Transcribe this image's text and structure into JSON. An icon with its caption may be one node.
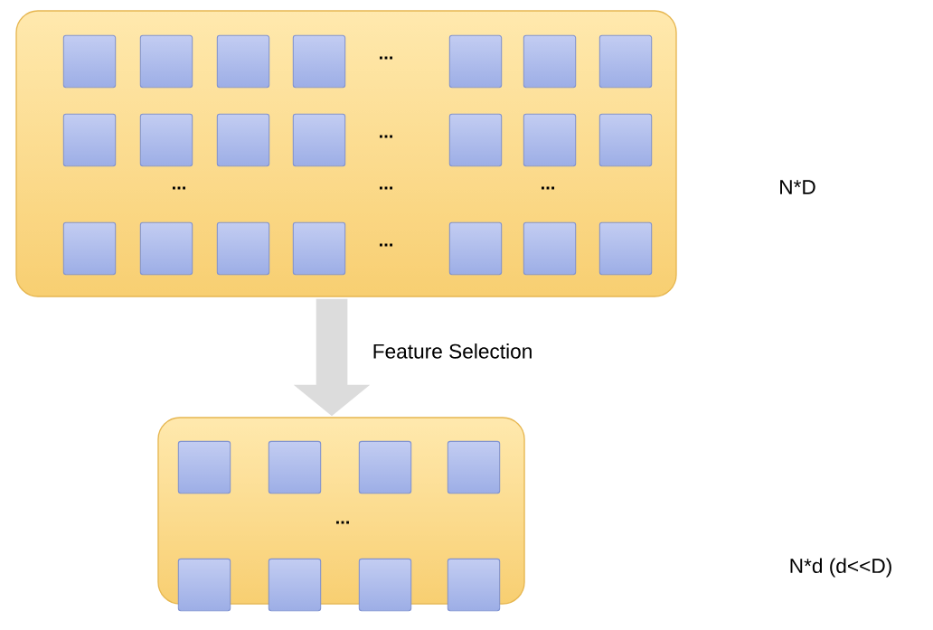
{
  "diagram": {
    "nodes": [
      {
        "text": [],
        "shape": "box"
      },
      {
        "text": [],
        "shape": "box",
        "in": 0
      },
      {
        "text": [],
        "shape": "box",
        "in": 0
      },
      {
        "text": [],
        "shape": "box",
        "in": 0
      },
      {
        "text": [],
        "shape": "box",
        "in": 0
      },
      {
        "text": [],
        "shape": "box",
        "in": 0
      },
      {
        "text": [],
        "shape": "box",
        "in": 0
      },
      {
        "text": [],
        "shape": "box",
        "in": 0
      },
      {
        "text": [],
        "shape": "box",
        "in": 0
      },
      {
        "text": [],
        "shape": "box",
        "in": 0
      },
      {
        "text": [],
        "shape": "box",
        "in": 0
      },
      {
        "text": [],
        "shape": "box",
        "in": 0
      },
      {
        "text": [],
        "shape": "box",
        "in": 0
      },
      {
        "text": [],
        "shape": "box",
        "in": 0
      },
      {
        "text": [],
        "shape": "box",
        "in": 0
      },
      {
        "text": [],
        "shape": "box",
        "in": 0
      },
      {
        "text": [],
        "shape": "box",
        "in": 0
      },
      {
        "text": [],
        "shape": "box",
        "in": 0
      },
      {
        "text": [],
        "shape": "box",
        "in": 0
      },
      {
        "text": [],
        "shape": "box",
        "in": 0
      },
      {
        "text": [],
        "shape": "box",
        "in": 0
      },
      {
        "text": [],
        "shape": "box",
        "in": 0
      },
      {
        "text": [],
        "shape": "box"
      },
      {
        "text": [],
        "shape": "box",
        "in": 22
      },
      {
        "text": [],
        "shape": "box",
        "in": 22
      },
      {
        "text": [],
        "shape": "box",
        "in": 22
      },
      {
        "text": [],
        "shape": "box",
        "in": 22
      },
      {
        "text": [],
        "shape": "box",
        "in": 22
      },
      {
        "text": [],
        "shape": "box",
        "in": 22
      },
      {
        "text": [],
        "shape": "box",
        "in": 22
      },
      {
        "text": [],
        "shape": "box",
        "in": 22
      }
    ],
    "edges": [
      {
        "from": 0,
        "to": 22,
        "arrow": "to",
        "label": "Feature Selection"
      }
    ],
    "labels": [
      "...",
      "...",
      "N*D",
      "...",
      "...",
      "...",
      "...",
      "...",
      "N*d (d<<D)"
    ]
  }
}
